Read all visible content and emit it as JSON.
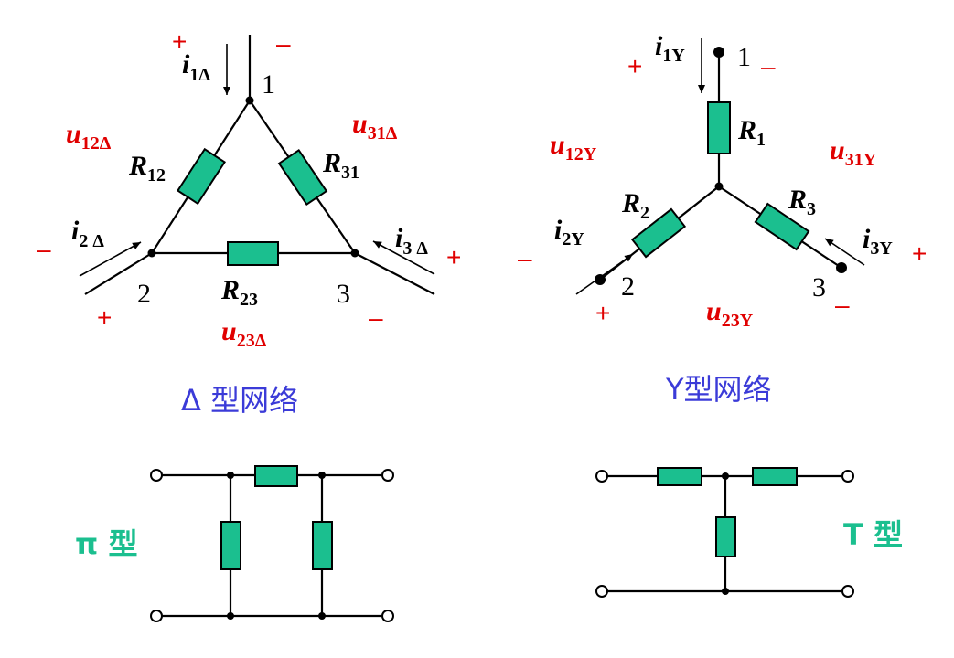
{
  "delta": {
    "title": "Δ 型网络",
    "node1": "1",
    "node2": "2",
    "node3": "3",
    "R12": {
      "main": "R",
      "sub": "12"
    },
    "R31": {
      "main": "R",
      "sub": "31"
    },
    "R23": {
      "main": "R",
      "sub": "23"
    },
    "i1": {
      "main": "i",
      "sub": "1Δ"
    },
    "i2": {
      "main": "i",
      "sub": "2 Δ"
    },
    "i3": {
      "main": "i",
      "sub": "3 Δ"
    },
    "u12": {
      "main": "u",
      "sub": "12Δ"
    },
    "u31": {
      "main": "u",
      "sub": "31Δ"
    },
    "u23": {
      "main": "u",
      "sub": "23Δ"
    }
  },
  "wye": {
    "title": "Y型网络",
    "node1": "1",
    "node2": "2",
    "node3": "3",
    "R1": {
      "main": "R",
      "sub": "1"
    },
    "R2": {
      "main": "R",
      "sub": "2"
    },
    "R3": {
      "main": "R",
      "sub": "3"
    },
    "i1": {
      "main": "i",
      "sub": "1Y"
    },
    "i2": {
      "main": "i",
      "sub": "2Y"
    },
    "i3": {
      "main": "i",
      "sub": "3Y"
    },
    "u12": {
      "main": "u",
      "sub": "12Y"
    },
    "u31": {
      "main": "u",
      "sub": "31Y"
    },
    "u23": {
      "main": "u",
      "sub": "23Y"
    }
  },
  "signs": {
    "plus": "+",
    "minus": "–"
  },
  "pi": {
    "title": "π 型"
  },
  "tee": {
    "title": "T 型"
  },
  "colors": {
    "resistor": "#1bbf8f",
    "voltage": "#e00000",
    "title_blue": "#3b3bd8",
    "title_green": "#1bbf8f"
  }
}
